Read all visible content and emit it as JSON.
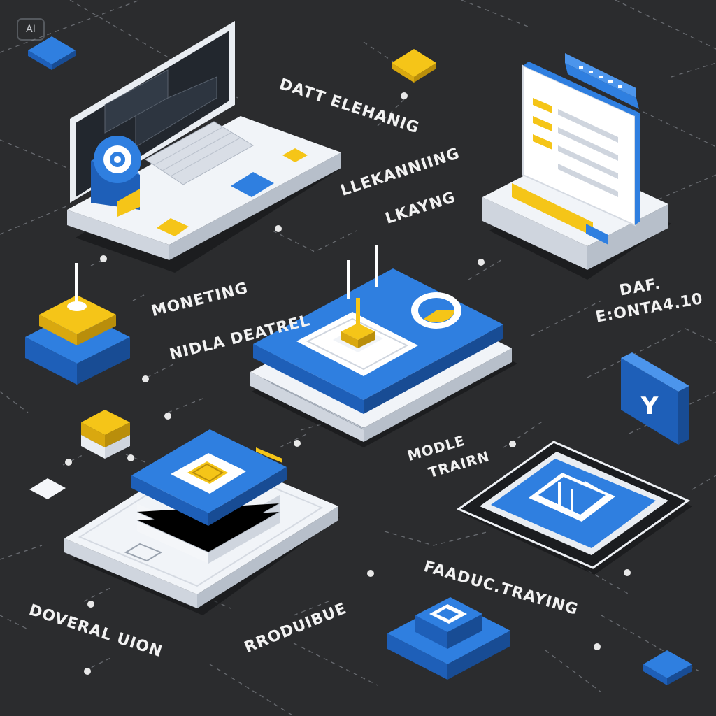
{
  "badge": "AI",
  "labels": {
    "data_cleaning": "DATT ELEHANIG",
    "learning_1": "LLEKANNIING",
    "learning_2": "LKAYNG",
    "monitoring": "MONETING",
    "model_central": "NIDLA DEATREL",
    "data_eval_1": "DAF.",
    "data_eval_2": "E:ONTA4.10",
    "model_train_1": "MODLE",
    "model_train_2": "TRAIRN",
    "product_training": "FAADUC.TRAYING",
    "deployment": "DOVERAL UION",
    "reproduce": "RRODUIBUE"
  },
  "icons": {
    "y_tile": "Y"
  },
  "colors": {
    "background": "#2b2c2e",
    "blue": "#2f7fe0",
    "blue_dark": "#1e5fb8",
    "yellow": "#f5c518",
    "white": "#f4f6f9",
    "gray": "#cfd5de",
    "dash": "#8a8d92"
  }
}
